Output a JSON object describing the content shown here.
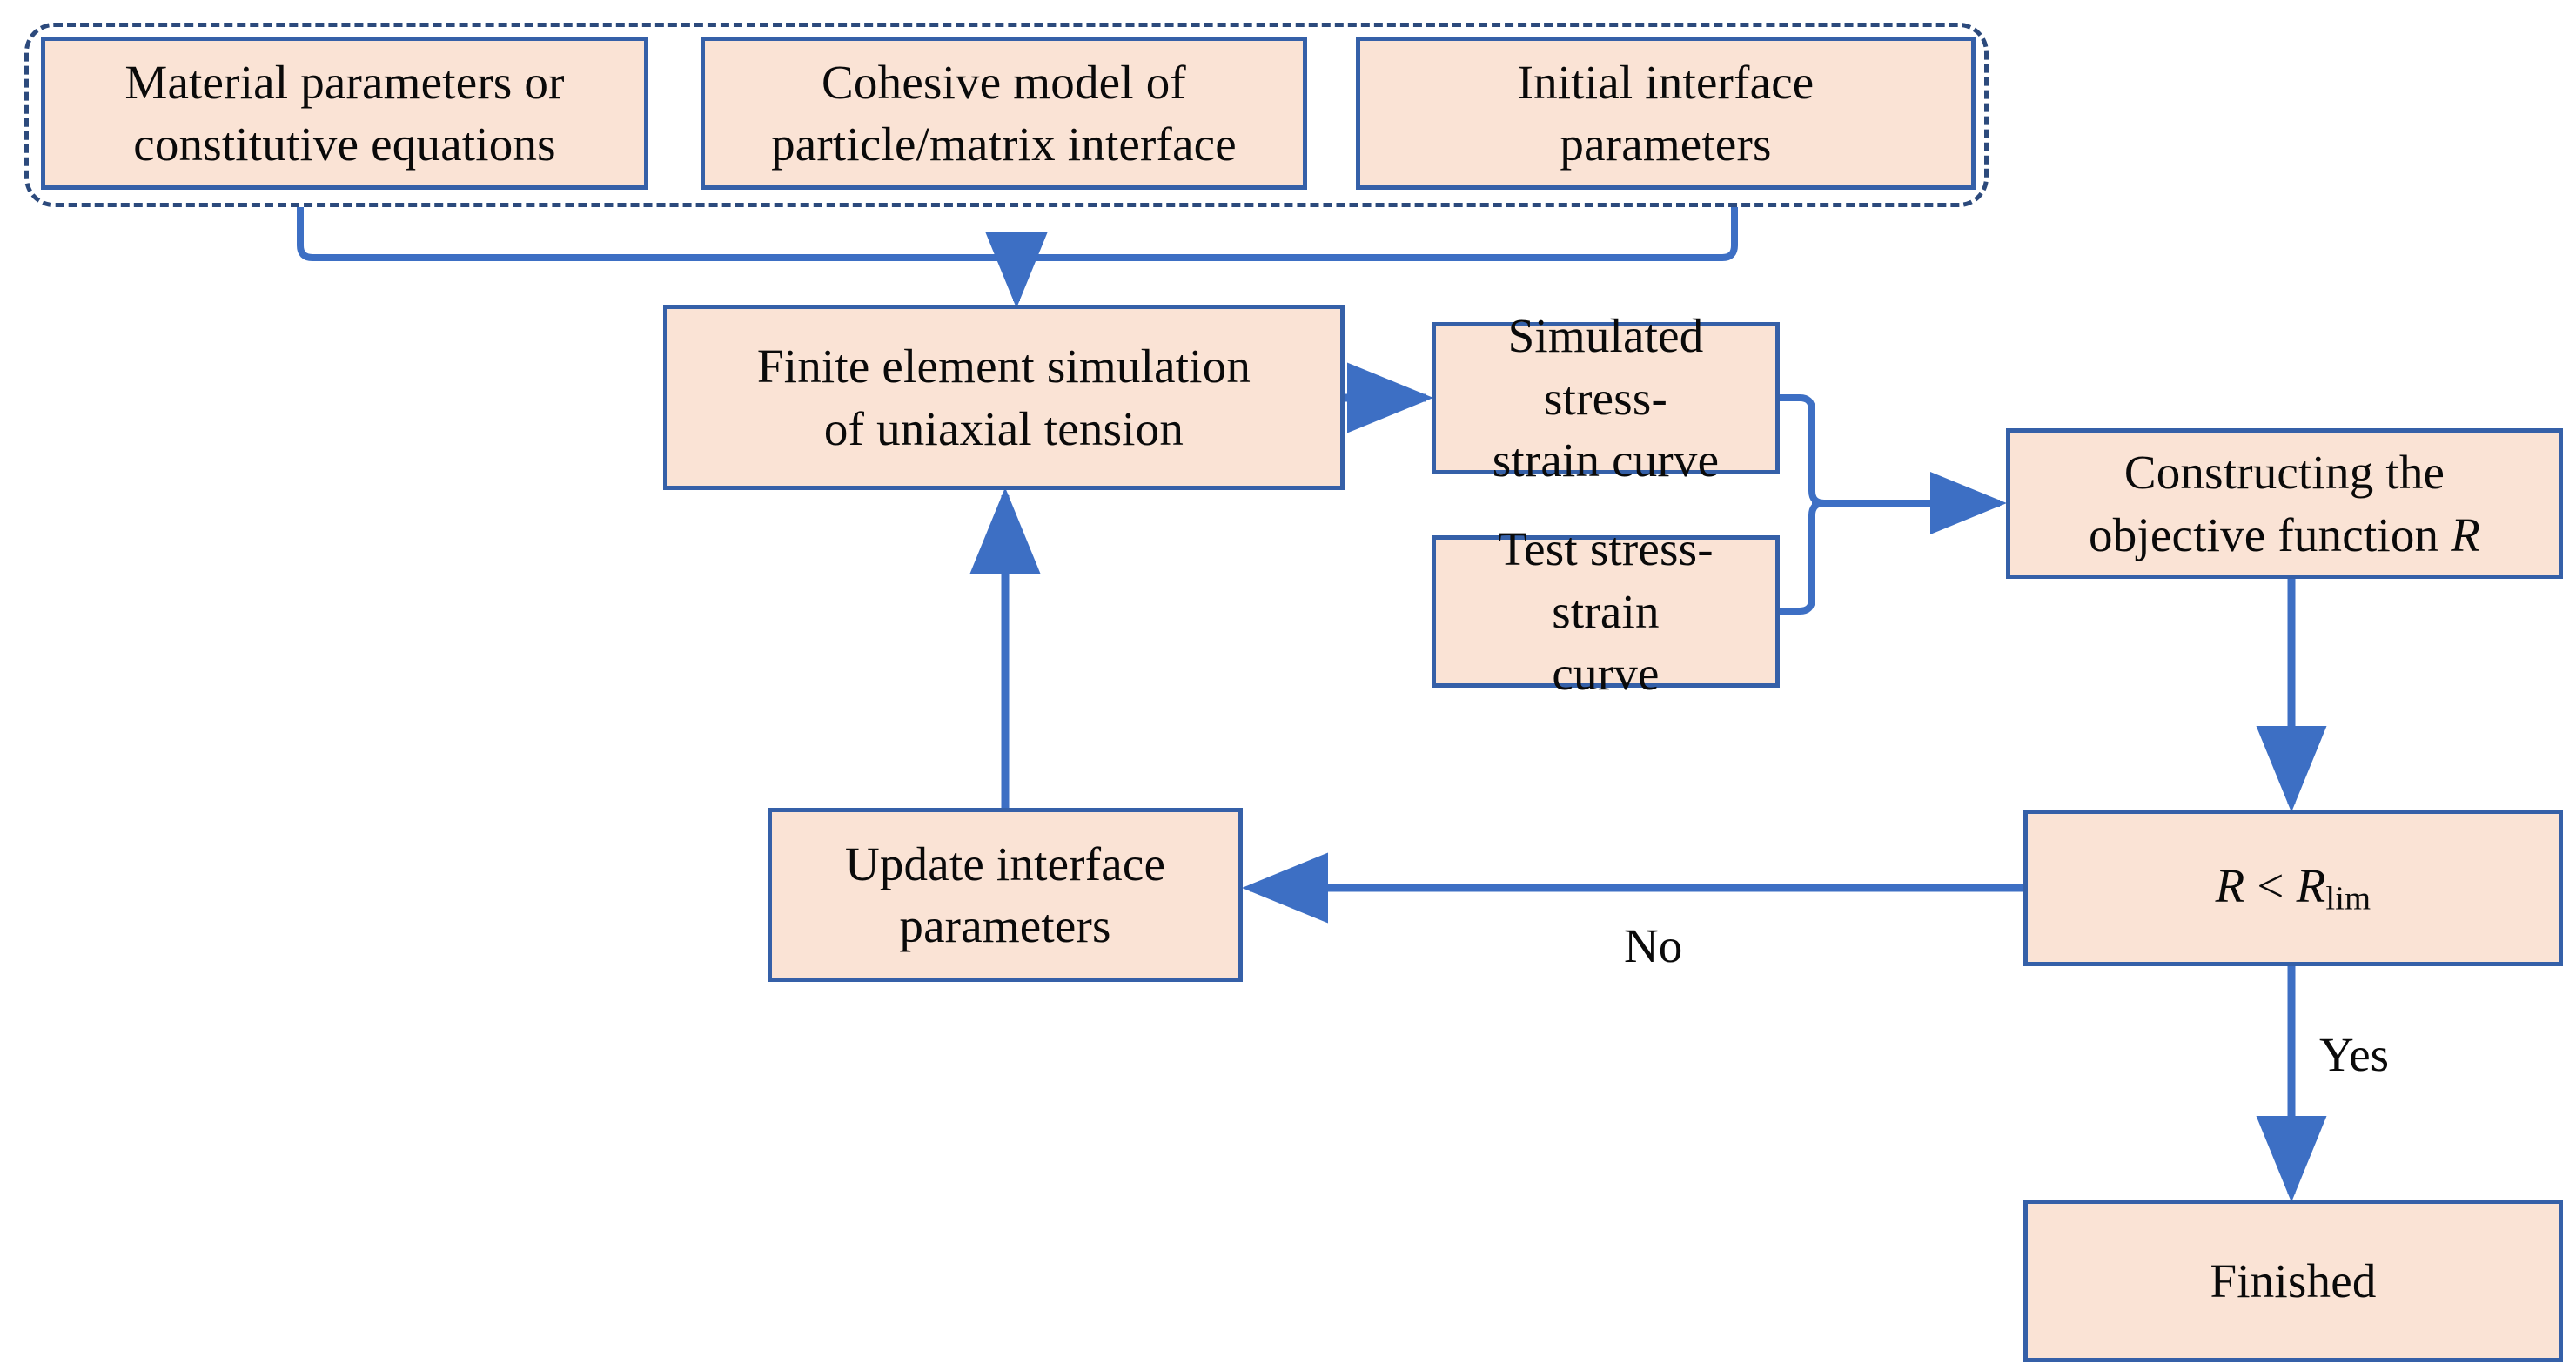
{
  "diagram": {
    "title": "Inverse identification flowchart for interface parameters",
    "colors": {
      "node_fill": "#fae3d5",
      "node_border": "#3560a8",
      "group_border": "#2c4a7c",
      "connector": "#3d6fc4",
      "text": "#0a0a0a",
      "background": "#ffffff"
    },
    "input_group": {
      "name": "inputs-dashed-group",
      "style": "dashed-rounded",
      "nodes": [
        {
          "id": "material-parameters",
          "line1": "Material parameters or",
          "line2": "constitutive equations"
        },
        {
          "id": "cohesive-model",
          "line1": "Cohesive model of",
          "line2": "particle/matrix interface"
        },
        {
          "id": "initial-interface",
          "line1": "Initial interface",
          "line2": "parameters"
        }
      ]
    },
    "nodes": {
      "fe_simulation": {
        "id": "finite-element-simulation",
        "line1": "Finite element simulation",
        "line2": "of uniaxial tension"
      },
      "simulated_curve": {
        "id": "simulated-stress-strain-curve",
        "line1": "Simulated stress-",
        "line2": "strain curve"
      },
      "test_curve": {
        "id": "test-stress-strain-curve",
        "line1": "Test stress-strain",
        "line2": "curve"
      },
      "objective_function": {
        "id": "constructing-objective-function",
        "line1": "Constructing the",
        "line2_pre": "objective function ",
        "line2_sym": "R"
      },
      "update_parameters": {
        "id": "update-interface-parameters",
        "line1": "Update interface",
        "line2": "parameters"
      },
      "decision": {
        "id": "r-less-than-r-lim",
        "symbol": "R",
        "operator": "<",
        "symbol2": "R",
        "subscript": "lim"
      },
      "finished": {
        "id": "finished",
        "label": "Finished"
      }
    },
    "edge_labels": {
      "no": "No",
      "yes": "Yes"
    },
    "flow": [
      {
        "from": "inputs-dashed-group",
        "to": "finite-element-simulation",
        "label": ""
      },
      {
        "from": "finite-element-simulation",
        "to": "simulated-stress-strain-curve",
        "label": ""
      },
      {
        "from": "simulated-stress-strain-curve",
        "to": "constructing-objective-function",
        "label": ""
      },
      {
        "from": "test-stress-strain-curve",
        "to": "constructing-objective-function",
        "label": ""
      },
      {
        "from": "constructing-objective-function",
        "to": "r-less-than-r-lim",
        "label": ""
      },
      {
        "from": "r-less-than-r-lim",
        "to": "update-interface-parameters",
        "label": "No"
      },
      {
        "from": "update-interface-parameters",
        "to": "finite-element-simulation",
        "label": ""
      },
      {
        "from": "r-less-than-r-lim",
        "to": "finished",
        "label": "Yes"
      }
    ]
  }
}
